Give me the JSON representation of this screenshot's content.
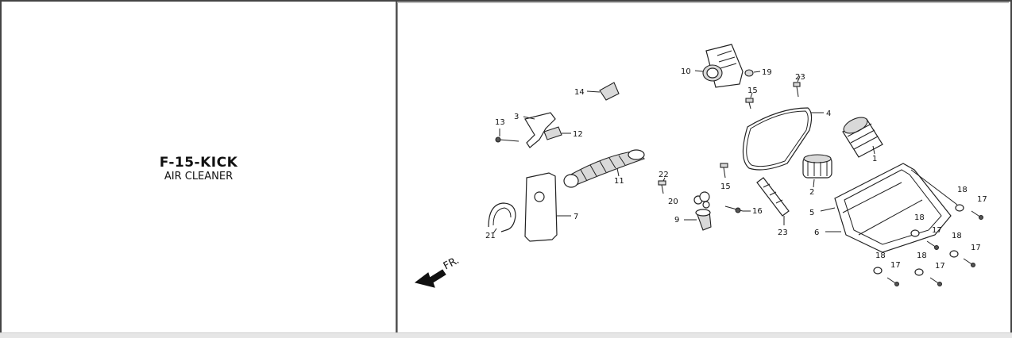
{
  "diagram": {
    "code": "F-15-KICK",
    "name": "AIR CLEANER",
    "direction_label": "FR.",
    "callouts": [
      {
        "id": "c10",
        "label": "10"
      },
      {
        "id": "c19",
        "label": "19"
      },
      {
        "id": "c23a",
        "label": "23"
      },
      {
        "id": "c15a",
        "label": "15"
      },
      {
        "id": "c14",
        "label": "14"
      },
      {
        "id": "c4",
        "label": "4"
      },
      {
        "id": "c3",
        "label": "3"
      },
      {
        "id": "c13",
        "label": "13"
      },
      {
        "id": "c12",
        "label": "12"
      },
      {
        "id": "c1",
        "label": "1"
      },
      {
        "id": "c11",
        "label": "11"
      },
      {
        "id": "c22",
        "label": "22"
      },
      {
        "id": "c15b",
        "label": "15"
      },
      {
        "id": "c2",
        "label": "2"
      },
      {
        "id": "c18a",
        "label": "18"
      },
      {
        "id": "c17a",
        "label": "17"
      },
      {
        "id": "c20",
        "label": "20"
      },
      {
        "id": "c16",
        "label": "16"
      },
      {
        "id": "c5",
        "label": "5"
      },
      {
        "id": "c7",
        "label": "7"
      },
      {
        "id": "c9",
        "label": "9"
      },
      {
        "id": "c18b",
        "label": "18"
      },
      {
        "id": "c17b",
        "label": "17"
      },
      {
        "id": "c23b",
        "label": "23"
      },
      {
        "id": "c6",
        "label": "6"
      },
      {
        "id": "c21",
        "label": "21"
      },
      {
        "id": "c18c",
        "label": "18"
      },
      {
        "id": "c17c",
        "label": "17"
      },
      {
        "id": "c18d",
        "label": "18"
      },
      {
        "id": "c18e",
        "label": "18"
      },
      {
        "id": "c17d",
        "label": "17"
      },
      {
        "id": "c17e",
        "label": "17"
      }
    ]
  }
}
